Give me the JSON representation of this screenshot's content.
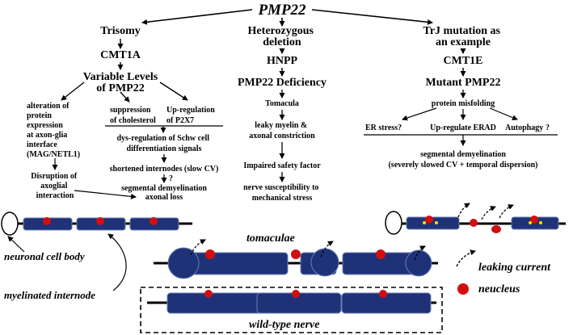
{
  "top": {
    "title": "PMP22"
  },
  "left": {
    "cause": "Trisomy",
    "disease": "CMT1A",
    "levels": [
      "Variable Levels",
      "of PMP22"
    ],
    "alteration": [
      "alteration of",
      "protein",
      "expression",
      "at axon-glia",
      "interface",
      "(MAG/NETL1)"
    ],
    "suppression": [
      "suppression",
      "of cholesterol"
    ],
    "upregulation": [
      "Up-regulation",
      "of P2X7"
    ],
    "dysregulation": [
      "dys-regulation of Schw cell",
      "differentiation signals"
    ],
    "shortened": "shortened internodes (slow CV)",
    "question": "?",
    "segmental": "segmental demyelination",
    "axonal_loss": "axonal loss",
    "disruption": [
      "Disruption of",
      "axoglial",
      "interaction"
    ]
  },
  "middle": {
    "cause": [
      "Heterozygous",
      "deletion"
    ],
    "disease": "HNPP",
    "deficiency": "PMP22 Deficiency",
    "tomacula": "Tomacula",
    "leaky": [
      "leaky myelin &",
      "axonal constriction"
    ],
    "impaired": "Impaired safety factor",
    "susceptibility": [
      "nerve susceptibility to",
      "mechanical stress"
    ]
  },
  "right": {
    "cause": [
      "TrJ mutation as",
      "an example"
    ],
    "disease": "CMT1E",
    "mutant": "Mutant PMP22",
    "misfolding": "protein misfolding",
    "er_stress": "ER stress?",
    "erad": "Up-regulate ERAD",
    "autophagy": "Autophagy",
    "autophagy_q": "?",
    "segmental": "segmental demyelination",
    "detail": "(severely slowed CV + temporal dispersion)"
  },
  "illustration": {
    "neuronal_cell_body": "neuronal cell body",
    "myelinated_internode": "myelinated internode",
    "tomaculae": "tomaculae",
    "wild_type": "wild-type nerve",
    "leaking_current": "leaking current",
    "neucleus": "neucleus"
  },
  "colors": {
    "myelin": "#1f3278",
    "nucleus": "#d10f0f",
    "dot": "#f2e200"
  }
}
